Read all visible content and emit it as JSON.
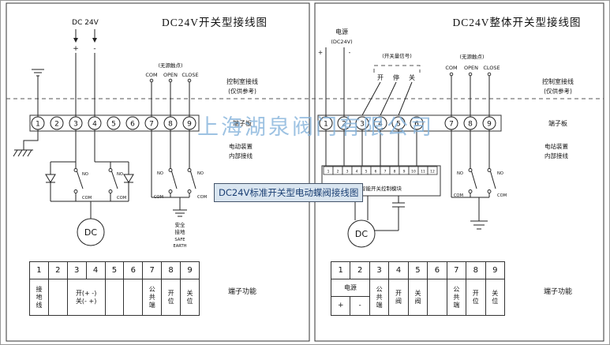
{
  "watermark": "上海湖泉阀门有限公司",
  "caption": "DC24V标准开关型电动蝶阀接线图",
  "switch_labels": {
    "no": "NO",
    "com": "COM"
  },
  "left": {
    "title": "DC24V开关型接线图",
    "power": {
      "label": "DC 24V",
      "plus": "+",
      "minus": "-"
    },
    "passive_note": "(无源触点)",
    "contacts": [
      "COM",
      "OPEN",
      "CLOSE"
    ],
    "control_room_line1": "控制室接线",
    "control_room_line2": "(仅供参考)",
    "terminal_board": "端子板",
    "device_line1": "电动装置",
    "device_line2": "内部接线",
    "terminals": [
      "1",
      "2",
      "3",
      "4",
      "5",
      "6",
      "7",
      "8",
      "9"
    ],
    "motor": "DC",
    "earth_label": [
      "安全",
      "接地",
      "SAFE",
      "EARTH"
    ],
    "function_label": "端子功能",
    "table": {
      "ground": "接\n地\n线",
      "open_wire": "开(+ -)",
      "close_wire": "关(- +)",
      "common": "公\n共\n端",
      "open_pos": "开\n位",
      "close_pos": "关\n位"
    }
  },
  "right": {
    "title": "DC24V整体开关型接线图",
    "power_line1": "电源",
    "power_line2": "(DC24V)",
    "plus": "+",
    "minus": "-",
    "signal_note": "(开关量信号)",
    "buttons": [
      "开",
      "停",
      "关"
    ],
    "passive_note": "(无源触点)",
    "contacts": [
      "COM",
      "OPEN",
      "CLOSE"
    ],
    "control_room_line1": "控制室接线",
    "control_room_line2": "(仅供参考)",
    "terminal_board": "端子板",
    "device_line1": "电站装置",
    "device_line2": "内部接线",
    "terminals": [
      "1",
      "2",
      "3",
      "4",
      "5",
      "6",
      "7",
      "8",
      "9"
    ],
    "module_label": "智能开关控制模块",
    "module_terminals": [
      "1",
      "2",
      "3",
      "4",
      "5",
      "6",
      "7",
      "8",
      "9",
      "10",
      "11",
      "12"
    ],
    "motor": "DC",
    "function_label": "端子功能",
    "table": {
      "power": "电源",
      "plus": "+",
      "minus": "-",
      "common1": "公\n共\n端",
      "open_valve": "开\n阀",
      "close_valve": "关\n阀",
      "common2": "公\n共\n端",
      "open_pos": "开\n位",
      "close_pos": "关\n位"
    }
  }
}
